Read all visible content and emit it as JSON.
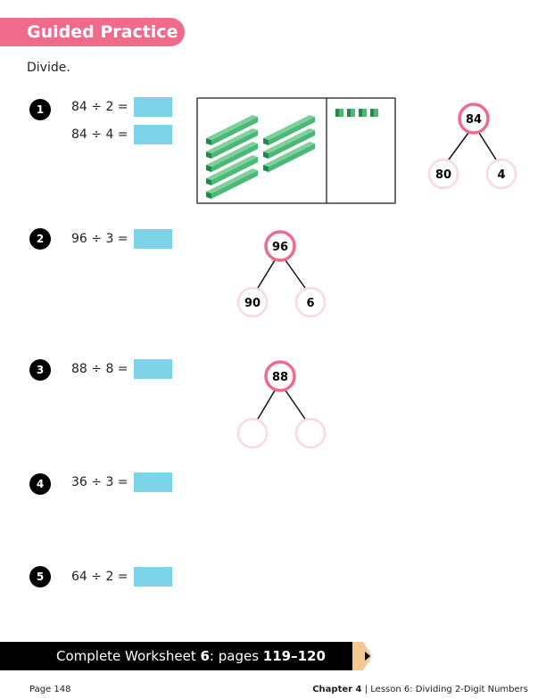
{
  "header": {
    "title": "Guided Practice"
  },
  "instruction": "Divide.",
  "problems": [
    {
      "number": "1",
      "equations": [
        "84 ÷ 2 =",
        "84 ÷ 4 ="
      ],
      "bond": {
        "whole": "84",
        "parts": [
          "80",
          "4"
        ]
      }
    },
    {
      "number": "2",
      "equations": [
        "96 ÷ 3 ="
      ],
      "bond": {
        "whole": "96",
        "parts": [
          "90",
          "6"
        ]
      }
    },
    {
      "number": "3",
      "equations": [
        "88 ÷ 8 ="
      ],
      "bond": {
        "whole": "88",
        "parts": [
          "",
          ""
        ]
      }
    },
    {
      "number": "4",
      "equations": [
        "36 ÷ 3 ="
      ]
    },
    {
      "number": "5",
      "equations": [
        "64 ÷ 2 ="
      ]
    }
  ],
  "base_ten": {
    "tens": 8,
    "ones": 4
  },
  "footer": {
    "prefix": "Complete Worksheet ",
    "worksheet": "6",
    "middle": ": pages ",
    "pages": "119–120"
  },
  "page_label": "Page 148",
  "chapter": {
    "chapter": "Chapter 4",
    "separator": " | ",
    "lesson": "Lesson 6: Dividing 2-Digit Numbers"
  },
  "colors": {
    "pink": "#f06b8b",
    "answer_box": "#7dd3e8",
    "rod": "#4cb878",
    "pencil_tip": "#f0c892"
  }
}
